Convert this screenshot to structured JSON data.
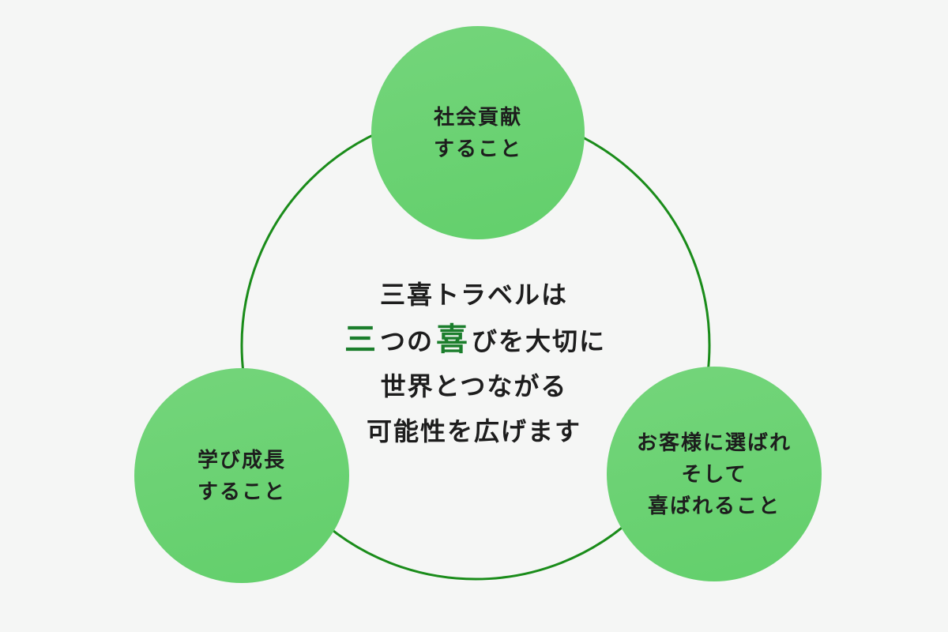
{
  "center": {
    "line1": "三喜トラベルは",
    "line2_parts": [
      {
        "text": "三",
        "accent": true
      },
      {
        "text": "つの",
        "accent": false
      },
      {
        "text": "喜",
        "accent": true
      },
      {
        "text": "びを大切に",
        "accent": false
      }
    ],
    "line3": "世界とつながる",
    "line4": "可能性を広げます"
  },
  "circles": [
    {
      "name": "social-contribution",
      "lines": [
        "社会貢献",
        "すること"
      ]
    },
    {
      "name": "learning-growth",
      "lines": [
        "学び成長",
        "すること"
      ]
    },
    {
      "name": "customer-joy",
      "lines": [
        "お客様に選ばれ",
        "そして",
        "喜ばれること"
      ]
    }
  ],
  "colors": {
    "background": "#f5f6f5",
    "circle_fill_top": "#74d57b",
    "circle_fill_bottom": "#62cf6b",
    "ring_stroke": "#1a8c1a",
    "text": "#1d1d1d",
    "accent_text": "#1b7e2c"
  }
}
